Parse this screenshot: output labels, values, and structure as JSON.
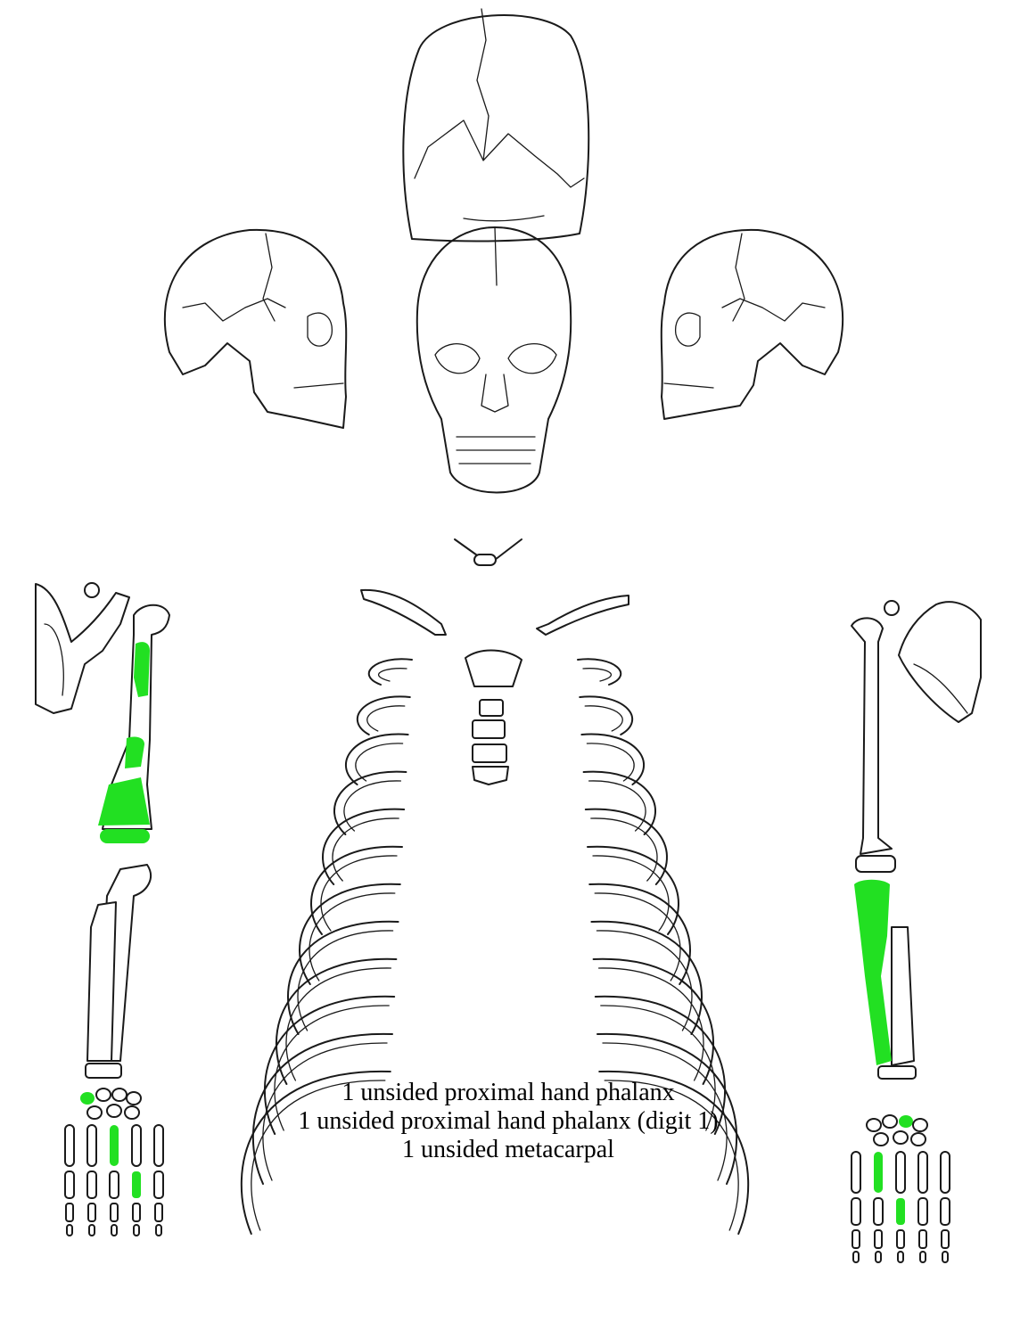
{
  "caption": {
    "lines": [
      "1 unsided proximal hand phalanx",
      "1 unsided proximal hand phalanx (digit 1)",
      "1 unsided metacarpal"
    ]
  },
  "highlight_color": "#22e022",
  "line_color": "#1a1a1a",
  "highlighted_elements": [
    "humerus-diaphysis",
    "humerus-distal-end",
    "ulna",
    "carpal",
    "metacarpal",
    "proximal-hand-phalanx"
  ]
}
